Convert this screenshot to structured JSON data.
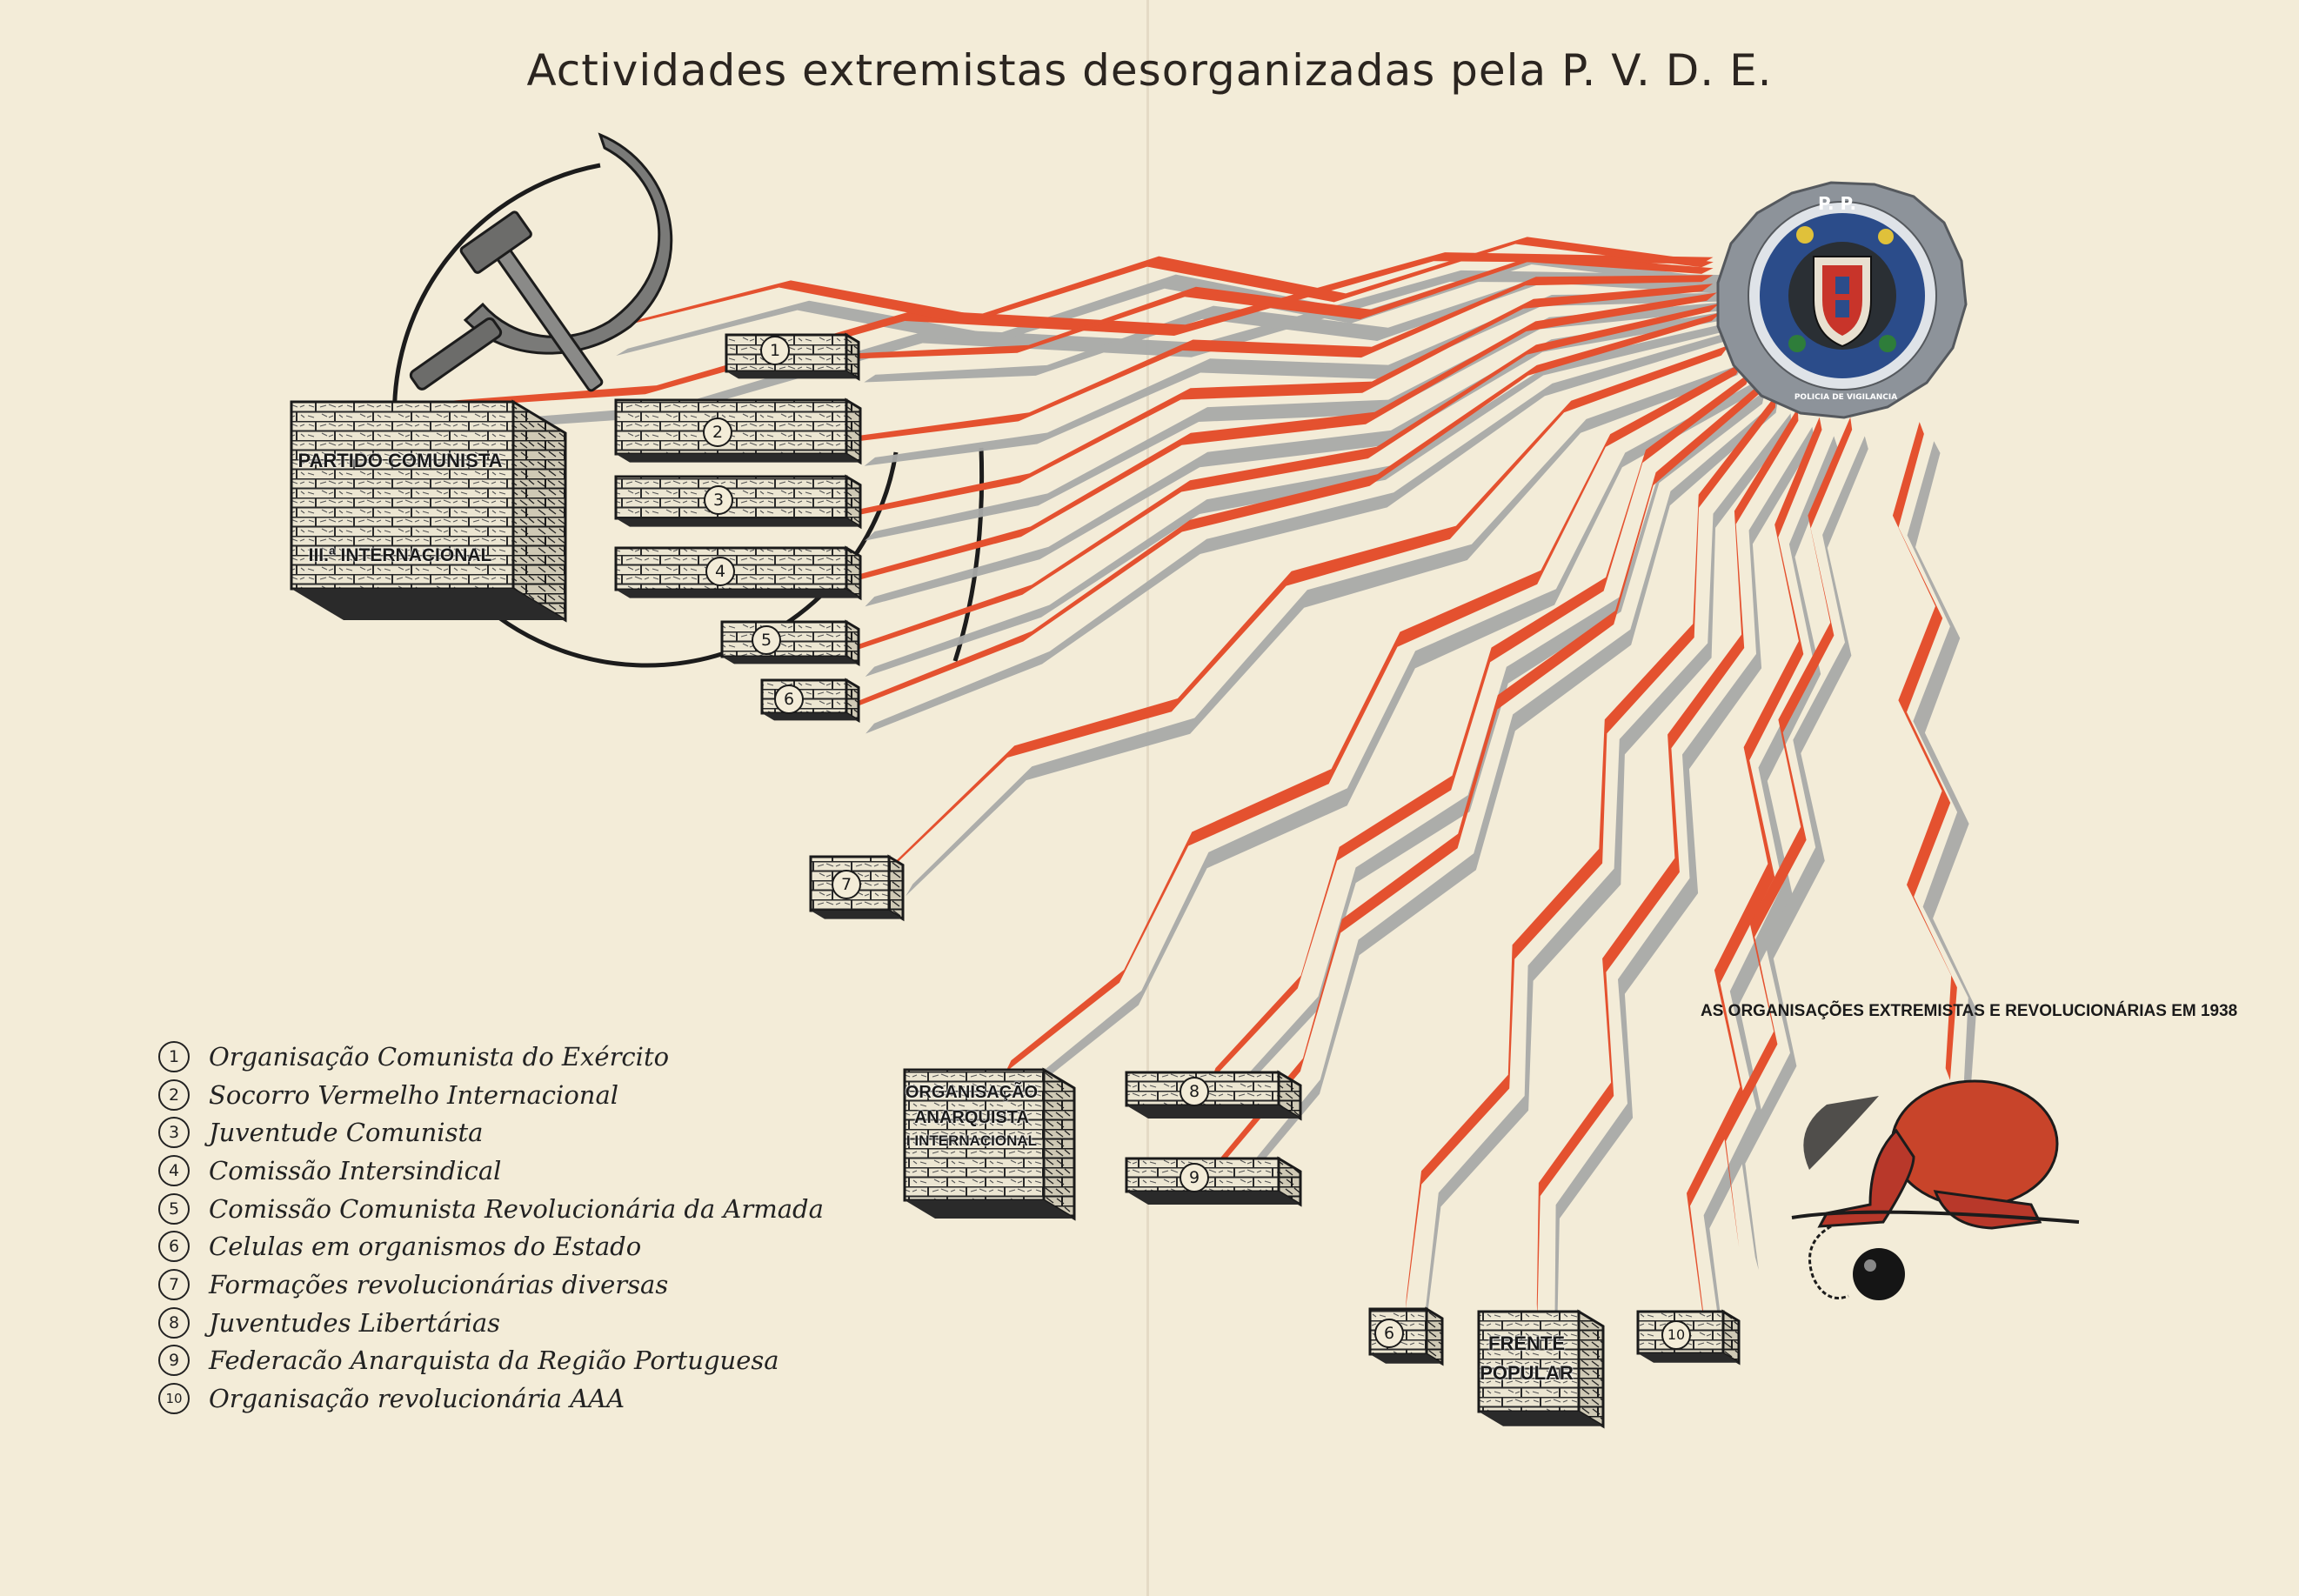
{
  "title": "Actividades extremistas desorganizadas pela P. V. D. E.",
  "colors": {
    "background": "#f3ecd8",
    "lightning_red": "#e4512f",
    "lightning_shadow": "#a9aaa8",
    "ink": "#1a1a1a",
    "seal_grey": "#8d939a",
    "seal_blue": "#2b4c8a",
    "figure_red": "#c8442a"
  },
  "symbols": {
    "hammer_sickle": "hammer-and-sickle-icon",
    "seal": "police-seal-icon",
    "chain": "ball-and-chain-icon"
  },
  "seal": {
    "top": "P. P.",
    "ring": "POLICIA DE VIGILANCIA"
  },
  "blocks": {
    "partido_line1": "PARTIDO COMUNISTA",
    "partido_line2": "III.ª INTERNACIONAL",
    "anarquista_line1": "ORGANISAÇÃO",
    "anarquista_line2": "ANARQUISTA",
    "anarquista_line3": "I INTERNACIONAL",
    "frente_line1": "FRENTE",
    "frente_line2": "POPULAR",
    "n1": "1",
    "n2": "2",
    "n3": "3",
    "n4": "4",
    "n5": "5",
    "n6": "6",
    "n7": "7",
    "n8": "8",
    "n9": "9",
    "n6b": "6",
    "n10": "10"
  },
  "caption": "AS ORGANISAÇÕES EXTREMISTAS E REVOLUCIONÁRIAS EM 1938",
  "legend": [
    {
      "num": "1",
      "text": "Organisação Comunista do Exército"
    },
    {
      "num": "2",
      "text": "Socorro Vermelho Internacional"
    },
    {
      "num": "3",
      "text": "Juventude Comunista"
    },
    {
      "num": "4",
      "text": "Comissão Intersindical"
    },
    {
      "num": "5",
      "text": "Comissão Comunista Revolucionária da Armada"
    },
    {
      "num": "6",
      "text": "Celulas em organismos do Estado"
    },
    {
      "num": "7",
      "text": "Formações revolucionárias diversas"
    },
    {
      "num": "8",
      "text": "Juventudes Libertárias"
    },
    {
      "num": "9",
      "text": "Federacão Anarquista da Região Portuguesa"
    },
    {
      "num": "10",
      "text": "Organisação revolucionária AAA"
    }
  ]
}
